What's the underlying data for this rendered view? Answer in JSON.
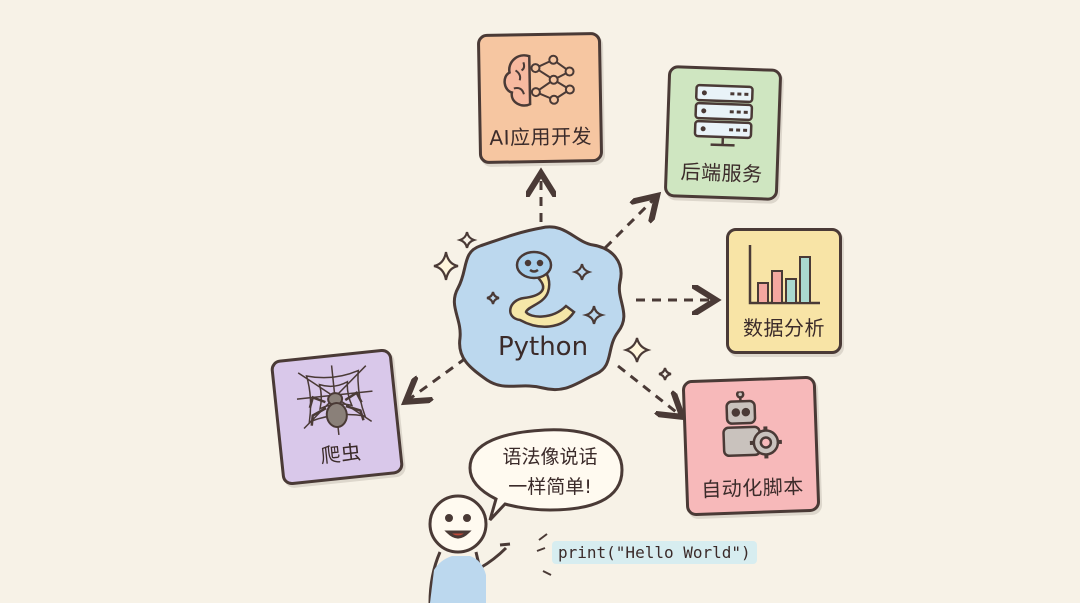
{
  "center": {
    "label": "Python",
    "icon": "snake-icon"
  },
  "cards": {
    "ai": {
      "label": "AI应用开发",
      "icon": "brain-network-icon",
      "color": "#f6c6a1"
    },
    "backend": {
      "label": "后端服务",
      "icon": "server-icon",
      "color": "#cfe6c1"
    },
    "data": {
      "label": "数据分析",
      "icon": "bar-chart-icon",
      "color": "#f8e4a6"
    },
    "automation": {
      "label": "自动化脚本",
      "icon": "robot-gear-icon",
      "color": "#f7b9ba"
    },
    "crawler": {
      "label": "爬虫",
      "icon": "spider-web-icon",
      "color": "#d9c8ea"
    }
  },
  "speech": {
    "line1": "语法像说话",
    "line2": "一样简单!"
  },
  "code": "print(\"Hello World\")",
  "colors": {
    "ink": "#4a3a36",
    "background": "#f7f2e7",
    "center_blob": "#bcd8ee"
  }
}
